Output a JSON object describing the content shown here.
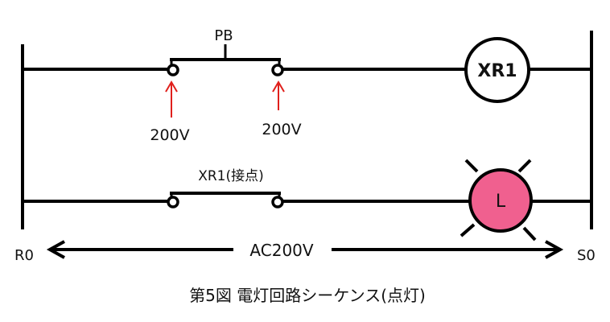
{
  "diagram": {
    "labels": {
      "pb": "PB",
      "xr1_coil": "XR1",
      "volt_left": "200V",
      "volt_right": "200V",
      "xr1_contact": "XR1(接点)",
      "lamp": "L",
      "r0": "R0",
      "s0": "S0",
      "ac": "AC200V"
    },
    "caption": "第5図 電灯回路シーケンス(点灯)",
    "colors": {
      "line": "#000000",
      "arrow_red": "#e0201c",
      "lamp_fill": "#f0608f"
    }
  }
}
